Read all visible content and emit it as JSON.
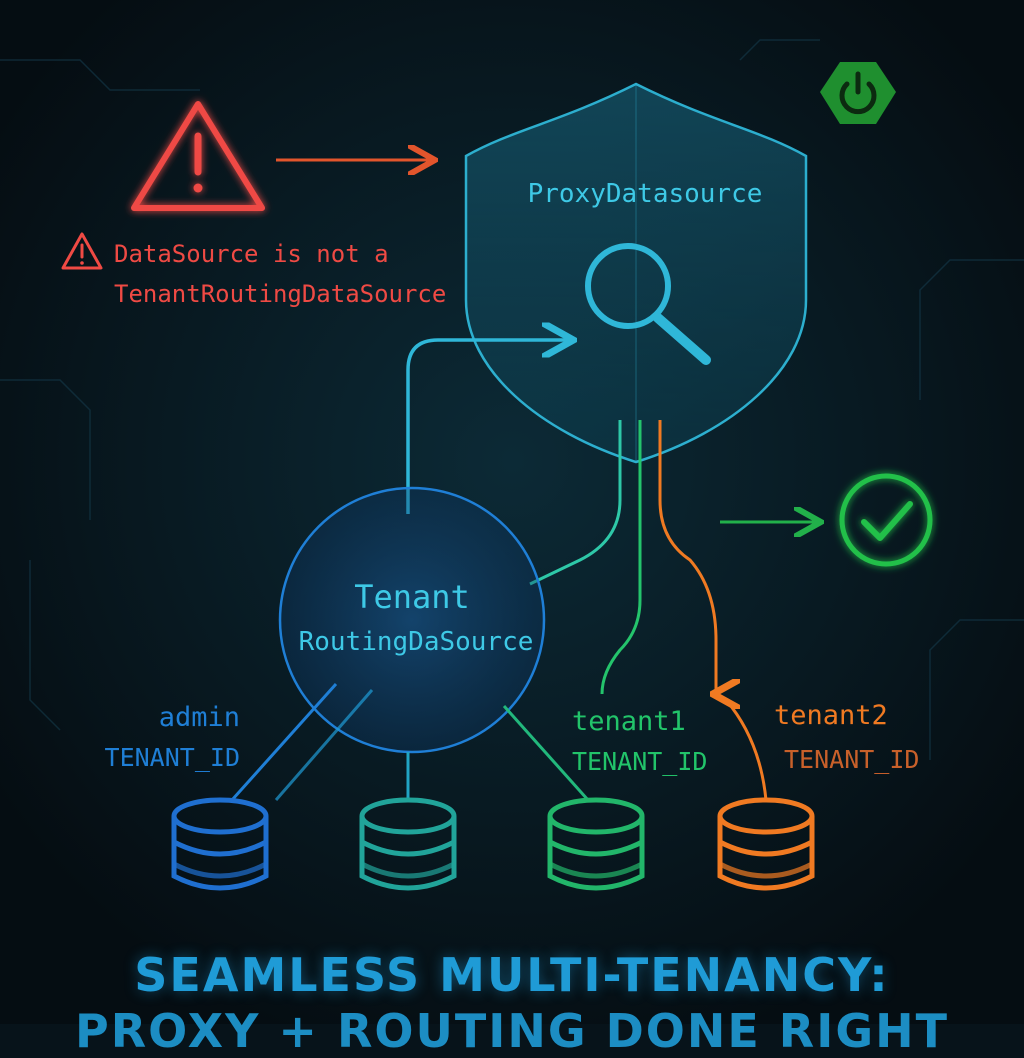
{
  "proxy": {
    "label": "ProxyDatasource"
  },
  "warning": {
    "line1": "DataSource is not a",
    "line2": "TenantRoutingDataSource"
  },
  "routing": {
    "line1": "Tenant",
    "line2": "RoutingDaSource"
  },
  "tenants": [
    {
      "name": "admin",
      "id": "TENANT_ID",
      "color": "#1f7fd6"
    },
    {
      "name": "tenant1",
      "id": "TENANT_ID",
      "color": "#22c46a"
    },
    {
      "name": "tenant2",
      "id": "TENANT_ID",
      "color": "#f07a22"
    }
  ],
  "colors": {
    "background": "#07131a",
    "warning": "#ef4a44",
    "proxy": "#2fb7d8",
    "success": "#22c04a",
    "title": "#1f9bd6"
  },
  "icons": [
    "warning-icon",
    "power-icon",
    "search-icon",
    "check-icon",
    "database-icon"
  ],
  "headline": {
    "line1": "SEAMLESS MULTI-TENANCY:",
    "line2": "PROXY + ROUTING DONE RIGHT"
  }
}
